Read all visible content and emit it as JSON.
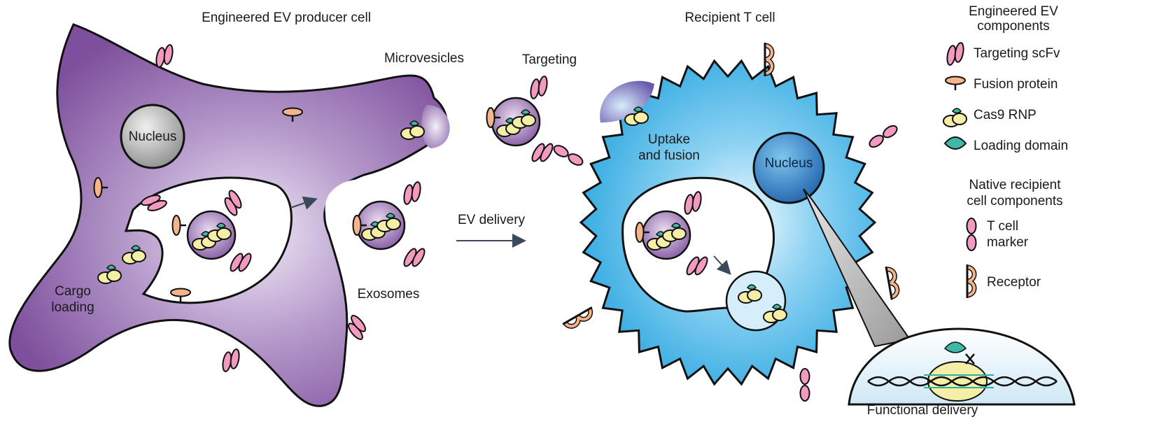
{
  "labels": {
    "producer_title": "Engineered EV producer cell",
    "recipient_title": "Recipient T cell",
    "microvesicles": "Microvesicles",
    "targeting": "Targeting",
    "ev_delivery": "EV delivery",
    "exosomes": "Exosomes",
    "cargo_loading_1": "Cargo",
    "cargo_loading_2": "loading",
    "nucleus_producer": "Nucleus",
    "nucleus_recipient": "Nucleus",
    "uptake_1": "Uptake",
    "uptake_2": "and fusion",
    "functional_delivery": "Functional delivery"
  },
  "legend": {
    "engineered_title_1": "Engineered EV",
    "engineered_title_2": "components",
    "engineered_items": [
      {
        "label": "Targeting scFv",
        "icon": "scfv-icon"
      },
      {
        "label": "Fusion protein",
        "icon": "fusion-protein-icon"
      },
      {
        "label": "Cas9 RNP",
        "icon": "cas9-rnp-icon"
      },
      {
        "label": "Loading domain",
        "icon": "loading-domain-icon"
      }
    ],
    "native_title_1": "Native recipient",
    "native_title_2": "cell components",
    "native_items": [
      {
        "label_1": "T cell",
        "label_2": "marker",
        "icon": "t-cell-marker-icon"
      },
      {
        "label_1": "Receptor",
        "label_2": "",
        "icon": "receptor-icon"
      }
    ]
  },
  "colors": {
    "producer_purple": "#8a5fa8",
    "recipient_blue": "#2aa8e0",
    "nucleus_grey": "#a0a0a0",
    "nucleus_blue": "#1f6fb8",
    "scfv_pink": "#e87aa8",
    "fusion_orange": "#f0a878",
    "cas9_yellow": "#f2eaa0",
    "loading_teal": "#3fb0a8"
  }
}
